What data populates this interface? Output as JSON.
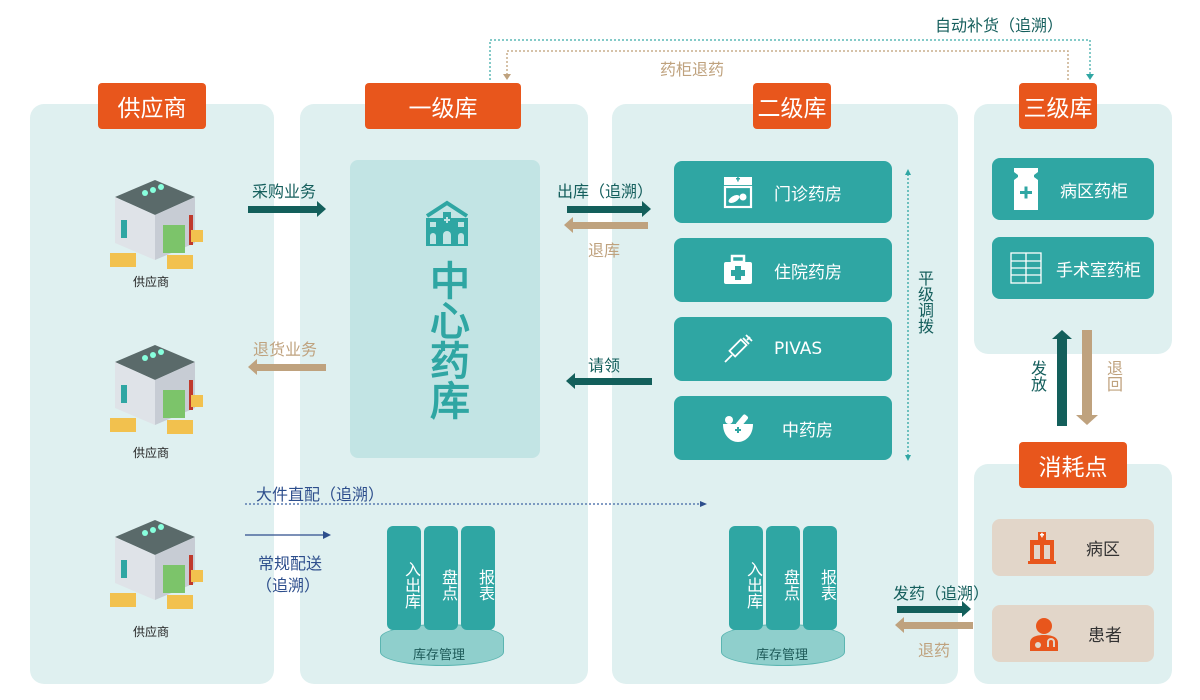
{
  "top_flows": {
    "auto_replenish": "自动补货（追溯）",
    "cabinet_return": "药柜退药"
  },
  "columns": {
    "supplier": {
      "title": "供应商",
      "items": [
        {
          "label": "供应商",
          "icon": "warehouse-icon"
        },
        {
          "label": "供应商",
          "icon": "warehouse-icon"
        },
        {
          "label": "供应商",
          "icon": "warehouse-icon"
        }
      ]
    },
    "level1": {
      "title": "一级库",
      "center_label": "中心药库",
      "icon": "hospital-icon",
      "inventory": {
        "columns": [
          "入出库",
          "盘点",
          "报表"
        ],
        "base": "库存管理"
      }
    },
    "level2": {
      "title": "二级库",
      "tiles": [
        {
          "label": "门诊药房",
          "icon": "pharmacy-store-icon"
        },
        {
          "label": "住院药房",
          "icon": "medical-kit-icon"
        },
        {
          "label": "PIVAS",
          "icon": "syringe-icon"
        },
        {
          "label": "中药房",
          "icon": "mortar-pestle-icon"
        }
      ],
      "lateral": "平级调拨",
      "inventory": {
        "columns": [
          "入出库",
          "盘点",
          "报表"
        ],
        "base": "库存管理"
      }
    },
    "level3": {
      "title": "三级库",
      "tiles": [
        {
          "label": "病区药柜",
          "icon": "medicine-bottle-icon"
        },
        {
          "label": "手术室药柜",
          "icon": "cabinet-icon"
        }
      ]
    },
    "consumption": {
      "title": "消耗点",
      "items": [
        {
          "label": "病区",
          "icon": "ward-building-icon"
        },
        {
          "label": "患者",
          "icon": "patient-doctor-icon"
        }
      ]
    }
  },
  "flows": {
    "purchase": "采购业务",
    "return_goods": "退货业务",
    "bulk_direct": "大件直配（追溯）",
    "regular_line1": "常规配送",
    "regular_line2": "（追溯）",
    "outbound": "出库（追溯）",
    "return_stock": "退库",
    "requisition": "请领",
    "issue": "发放",
    "return_back": "退回",
    "dispense": "发药（追溯）",
    "return_drug": "退药"
  },
  "colors": {
    "header": "#e8561c",
    "panel": "#dff0f0",
    "tile": "#2fa6a3",
    "dark_arrow": "#135f5b",
    "tan_arrow": "#bfa27e",
    "consumption_tile": "#e2d6c9"
  }
}
